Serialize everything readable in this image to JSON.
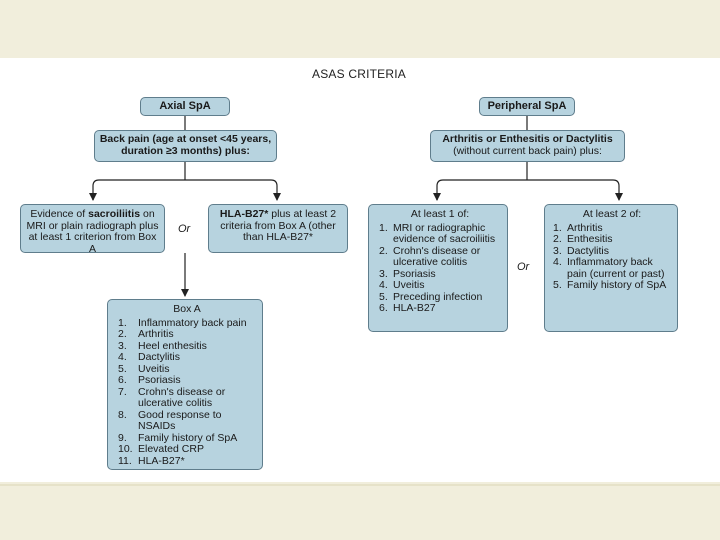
{
  "title": "ASAS CRITERIA",
  "or_label": "Or",
  "axial": {
    "header": "Axial SpA",
    "entry": {
      "bold": "Back pain",
      "line1_rest": " (age at onset <45 years,",
      "line2": "duration ≥3 months) plus:"
    },
    "left_criterion": {
      "l1_pre": "Evidence of ",
      "l1_bold": "sacroiliitis",
      "l1_post": " on",
      "l2": "MRI or plain radiograph plus",
      "l3": "at least 1 criterion from Box A"
    },
    "right_criterion": {
      "l1_bold": "HLA-B27*",
      "l1_post": " plus at least 2",
      "l2": "criteria from Box A (other",
      "l3": "than HLA-B27*"
    },
    "box_a": {
      "header": "Box A",
      "items": [
        {
          "n": "1.",
          "t": "Inflammatory back pain"
        },
        {
          "n": "2.",
          "t": "Arthritis"
        },
        {
          "n": "3.",
          "t": "Heel enthesitis"
        },
        {
          "n": "4.",
          "t": "Dactylitis"
        },
        {
          "n": "5.",
          "t": "Uveitis"
        },
        {
          "n": "6.",
          "t": "Psoriasis"
        },
        {
          "n": "7.",
          "t": "Crohn's disease or"
        },
        {
          "n": "",
          "t": "ulcerative colitis"
        },
        {
          "n": "8.",
          "t": "Good response to NSAIDs"
        },
        {
          "n": "9.",
          "t": "Family history of SpA"
        },
        {
          "n": "10.",
          "t": "Elevated CRP"
        },
        {
          "n": "11.",
          "t": "HLA-B27*"
        }
      ]
    }
  },
  "peripheral": {
    "header": "Peripheral SpA",
    "entry": {
      "line1": "Arthritis or Enthesitis or Dactylitis",
      "line2": "(without current back pain) plus:"
    },
    "left_box": {
      "header": "At least 1 of:",
      "items": [
        {
          "n": "1.",
          "t": "MRI or radiographic"
        },
        {
          "n": "",
          "t": "evidence of sacroiliitis"
        },
        {
          "n": "2.",
          "t": "Crohn's disease or"
        },
        {
          "n": "",
          "t": "ulcerative colitis"
        },
        {
          "n": "3.",
          "t": "Psoriasis"
        },
        {
          "n": "4.",
          "t": "Uveitis"
        },
        {
          "n": "5.",
          "t": "Preceding infection"
        },
        {
          "n": "6.",
          "t": "HLA-B27"
        }
      ]
    },
    "right_box": {
      "header": "At least 2 of:",
      "items": [
        {
          "n": "1.",
          "t": "Arthritis"
        },
        {
          "n": "2.",
          "t": "Enthesitis"
        },
        {
          "n": "3.",
          "t": "Dactylitis"
        },
        {
          "n": "4.",
          "t": "Inflammatory back"
        },
        {
          "n": "",
          "t": "pain (current or past)"
        },
        {
          "n": "5.",
          "t": "Family history of SpA"
        }
      ]
    }
  },
  "colors": {
    "box_fill": "#b7d3df",
    "box_border": "#5f7d8c",
    "band": "#f1eedc"
  }
}
